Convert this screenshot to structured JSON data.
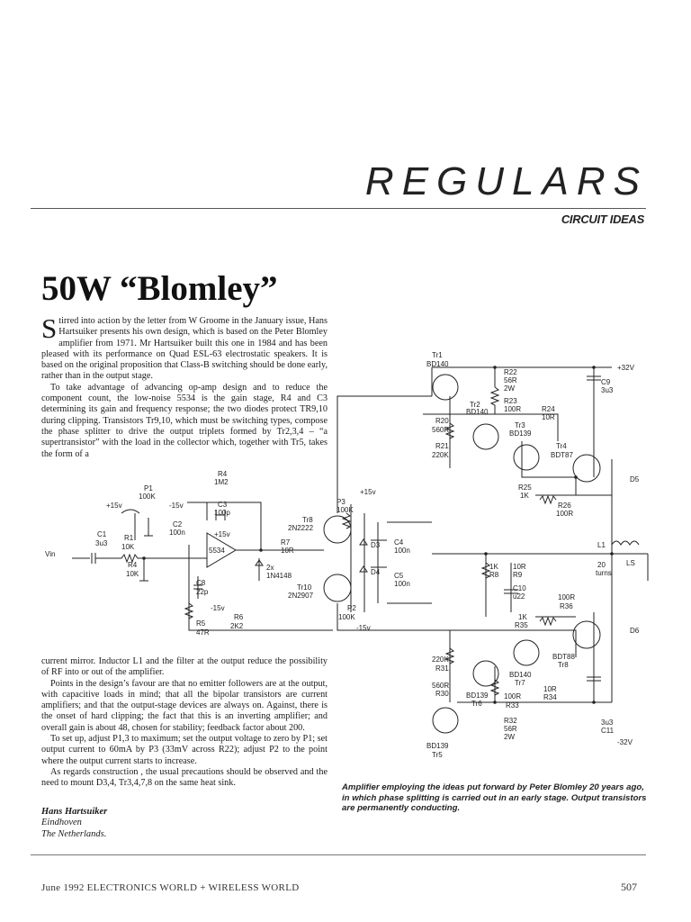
{
  "section": {
    "title": "REGULARS",
    "subtitle": "CIRCUIT IDEAS"
  },
  "article": {
    "headline": "50W “Blomley”",
    "dropcap": "S",
    "para1": "tirred into action by the letter from W Groome in the January issue, Hans Hartsuiker presents his own design, which is based on the Peter Blomley amplifier from 1971. Mr Hartsuiker built this one in 1984 and has been pleased with its performance on Quad ESL-63 electrostatic speakers. It is based on the original proposition that Class-B switching should be done early, rather than in the output stage.",
    "para2": "To take advantage of advancing op-amp design and to reduce the component count, the low-noise 5534 is the gain stage, R4 and C3 determining its gain and frequency response; the two diodes protect TR9,10 during clipping. Transistors Tr9,10, which must be switching types, compose the phase splitter to drive the output triplets formed by Tr2,3,4 – “a supertransistor” with the load in the collector which, together with Tr5, takes the form of a",
    "para3": "current mirror. Inductor L1 and the filter at the output reduce the possibility of RF into or out of the amplifier.",
    "para4": "Points in the design’s favour are that no emitter followers are at the output, with capacitive loads in mind; that all the bipolar transistors are current amplifiers; and that the output-stage devices are always on. Against, there is the onset of hard clipping; the fact that this is an inverting amplifier; and overall gain is about 48, chosen for stability; feedback factor about 200.",
    "para5": "To set up, adjust P1,3 to maximum; set the output voltage to zero by P1; set output current to 60mA by P3 (33mV across R22); adjust P2 to the point where the output current starts to increase.",
    "para6": "As regards construction , the usual precautions should be observed and the need to mount D3,4, Tr3,4,7,8 on the same heat sink.",
    "author": "Hans Hartsuiker",
    "city": "Eindhoven",
    "country": "The Netherlands."
  },
  "caption": "Amplifier employing the ideas put forward by Peter Blomley 20 years ago, in which phase splitting is carried out in an early stage. Output transistors are permanently conducting.",
  "footer": {
    "left": "June 1992 ELECTRONICS WORLD + WIRELESS WORLD",
    "page": "507"
  },
  "schematic": {
    "labels": {
      "tr1": "Tr1",
      "tr1_type": "BD140",
      "r22": "R22",
      "r22_val": "56R",
      "r22_w": "2W",
      "plus32": "+32V",
      "c9": "C9",
      "c9_val": "3u3",
      "tr2": "Tr2",
      "tr2_type": "BD140",
      "r23": "R23",
      "r23_val": "100R",
      "r24": "R24",
      "r24_val": "10R",
      "tr3": "Tr3",
      "tr3_type": "BD139",
      "r20": "R20",
      "r20_val": "560R",
      "r21": "R21",
      "r21_val": "220K",
      "tr4": "Tr4",
      "tr4_type": "BDT87",
      "d5": "D5",
      "r25": "R25",
      "r25_val": "1K",
      "r26": "R26",
      "r26_val": "100R",
      "r4": "R4",
      "r4_val": "1M2",
      "c3": "C3",
      "c3_val": "100p",
      "p1": "P1",
      "p1_val": "100K",
      "p1_plus": "+15v",
      "p1_minus": "-15v",
      "c2": "C2",
      "c2_val": "100n",
      "op_plus": "+15v",
      "op_minus": "-15v",
      "op_type": "5534",
      "c1": "C1",
      "c1_val": "3u3",
      "r1": "R1",
      "r1_val": "10K",
      "vin": "Vin",
      "r4b": "R4",
      "r4b_val": "10K",
      "p3": "P3",
      "p3_val": "100K",
      "plus15": "+15v",
      "tr8": "Tr8",
      "tr8_type": "2N2222",
      "r7": "R7",
      "r7_val": "10R",
      "d3": "D3",
      "c4": "C4",
      "c4_val": "100n",
      "d4": "D4",
      "c5": "C5",
      "c5_val": "100n",
      "l1": "L1",
      "l1_val": "20",
      "l1_turns": "turns",
      "ls": "LS",
      "r8": "R8",
      "r8_val": "1K",
      "r9": "R9",
      "r9_val": "10R",
      "c10": "C10",
      "c10_val": "u22",
      "r36": "R36",
      "r36_val": "100R",
      "diodes": "2x",
      "diodes_type": "1N4148",
      "c8": "C8",
      "c8_val": "22p",
      "tr10": "Tr10",
      "tr10_type": "2N2907",
      "p2": "P2",
      "p2_val": "100K",
      "minus15": "-15v",
      "r5": "R5",
      "r5_val": "47R",
      "r6": "R6",
      "r6_val": "2K2",
      "r35": "R35",
      "r35_val": "1K",
      "d6": "D6",
      "tr8b": "Tr8",
      "tr8b_type": "BDT88",
      "r31": "R31",
      "r31_val": "220K",
      "tr7": "Tr7",
      "tr7_type": "BD140",
      "r30": "R30",
      "r30_val": "560R",
      "tr6": "Tr6",
      "tr6_type": "BD139",
      "r33": "R33",
      "r33_val": "100R",
      "r34": "R34",
      "r34_val": "10R",
      "r32": "R32",
      "r32_val": "56R",
      "r32_w": "2W",
      "c11": "C11",
      "c11_val": "3u3",
      "minus32": "-32V",
      "tr5": "Tr5",
      "tr5_type": "BD139"
    }
  }
}
